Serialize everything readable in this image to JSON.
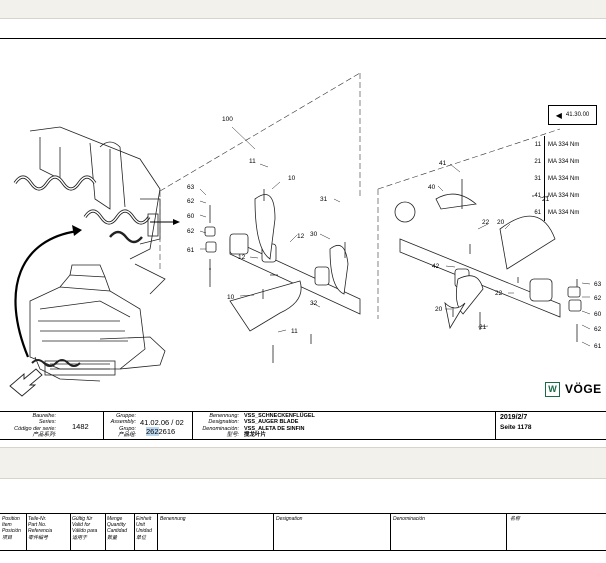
{
  "torque": {
    "header": "41.30.00",
    "rows": [
      {
        "num": "11",
        "value": "MA 334 Nm"
      },
      {
        "num": "21",
        "value": "MA 334 Nm"
      },
      {
        "num": "31",
        "value": "MA 334 Nm"
      },
      {
        "num": "41",
        "value": "MA 334 Nm"
      },
      {
        "num": "61",
        "value": "MA 334 Nm"
      }
    ]
  },
  "callouts": {
    "c100": "100",
    "c11a": "11",
    "c10a": "10",
    "c63a": "63",
    "c62a": "62",
    "c60a": "60",
    "c62b": "62",
    "c61a": "61",
    "c31": "31",
    "c12a": "12",
    "c30": "30",
    "c12b": "12",
    "c10b": "10",
    "c32": "32",
    "c11b": "11",
    "c41": "41",
    "c40": "40",
    "c21a": "21",
    "c22a": "22",
    "c20a": "20",
    "c42": "42",
    "c22b": "22",
    "c20b": "20",
    "c21b": "21",
    "c63b": "63",
    "c62c": "62",
    "c60b": "60",
    "c62d": "62",
    "c61b": "61"
  },
  "titleblock": {
    "series_labels": [
      "Baureihe:",
      "Series:",
      "Código der serie:",
      "产品系列:"
    ],
    "series_value": "1482",
    "group_labels": [
      "Gruppe:",
      "Assembly:",
      "Grupo:",
      "产品组:"
    ],
    "group_value": "41.02.06 / 02",
    "group_code_hl": "262",
    "group_code_rest": "2616",
    "designation_labels": [
      "Benennung:",
      "Designation:",
      "Denominación:",
      "型号:"
    ],
    "designation_values": [
      "VSS_SCHNECKENFLÜGEL",
      "VSS_AUGER BLADE",
      "VSS_ALETA DE SINFIN",
      "搅龙叶片"
    ],
    "date": "2019/2/7",
    "page": "Seite 1178",
    "logo_mark": "W",
    "logo_text": "VÖGE"
  },
  "parts_header": {
    "position": [
      "Position",
      "Item",
      "Posición",
      "项目"
    ],
    "part_no": [
      "Teile-Nr.",
      "Part No.",
      "Referencia",
      "零件编号"
    ],
    "valid": [
      "Gültig für",
      "Valid for",
      "Válido para",
      "适用于"
    ],
    "qty": [
      "Menge",
      "Quantity",
      "Cantidad",
      "数量"
    ],
    "unit": [
      "Einheit",
      "Unit",
      "Unidad",
      "单位"
    ],
    "benennung": "Benennung",
    "designation": "Designation",
    "denominacion": "Denominación",
    "name_cn": "名称"
  }
}
